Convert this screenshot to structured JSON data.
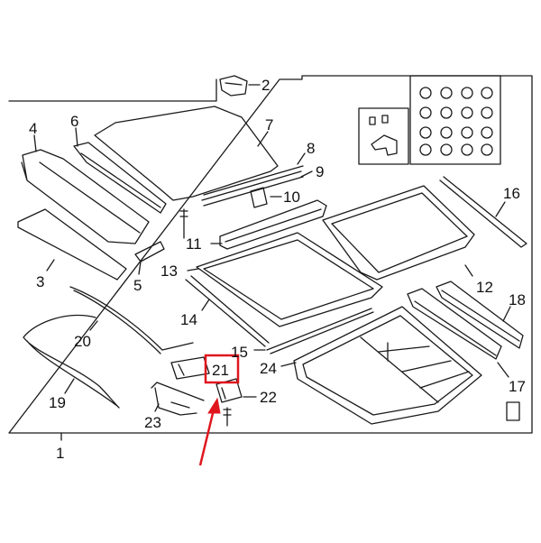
{
  "diagram": {
    "colors": {
      "line": "#1a1a1a",
      "highlight": "#e0161e",
      "background": "#ffffff"
    },
    "callouts": [
      "1",
      "2",
      "3",
      "4",
      "5",
      "6",
      "7",
      "8",
      "9",
      "10",
      "11",
      "12",
      "13",
      "14",
      "15",
      "16",
      "17",
      "18",
      "19",
      "20",
      "21",
      "22",
      "23",
      "24"
    ],
    "highlighted_callout": "21"
  }
}
